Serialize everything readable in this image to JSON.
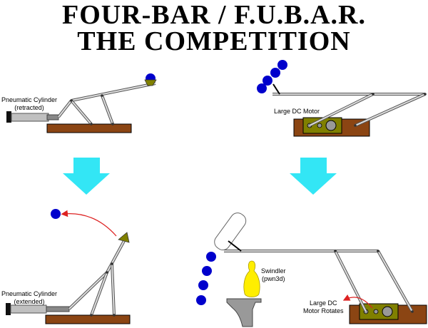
{
  "title": {
    "line1": "FOUR-BAR / F.U.B.A.R.",
    "line2": "THE COMPETITION"
  },
  "labels": {
    "cyl_retracted_name": "Pneumatic Cylinder",
    "cyl_retracted_state": "(retracted)",
    "cyl_extended_name": "Pneumatic Cylinder",
    "cyl_extended_state": "(extended)",
    "dc_motor": "Large DC Motor",
    "swindler_name": "Swindler",
    "swindler_state": "(pwn3d)",
    "dc_rotates_line1": "Large DC",
    "dc_rotates_line2": "Motor Rotates"
  },
  "colors": {
    "arrow": "#33e6f5",
    "ball": "#0000cc",
    "wood": "#8b4513",
    "motor": "#808000",
    "cup": "#808000",
    "swindler": "#ffee00",
    "motion_arrow": "#dd2222"
  },
  "icons": [
    "down-arrow-icon",
    "curved-motion-arrow-icon"
  ]
}
